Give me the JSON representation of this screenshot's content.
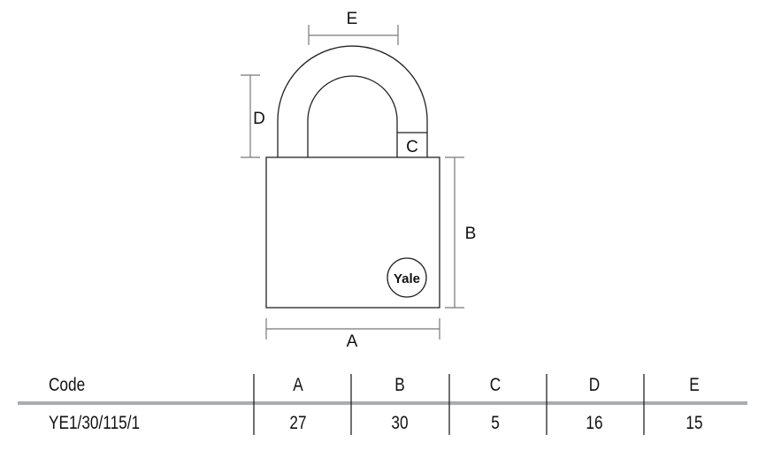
{
  "diagram": {
    "dimension_labels": {
      "A": "A",
      "B": "B",
      "C": "C",
      "D": "D",
      "E": "E"
    },
    "logo_text": "Yale"
  },
  "table": {
    "headers": [
      "Code",
      "A",
      "B",
      "C",
      "D",
      "E"
    ],
    "rows": [
      [
        "YE1/30/115/1",
        "27",
        "30",
        "5",
        "16",
        "15"
      ]
    ]
  }
}
